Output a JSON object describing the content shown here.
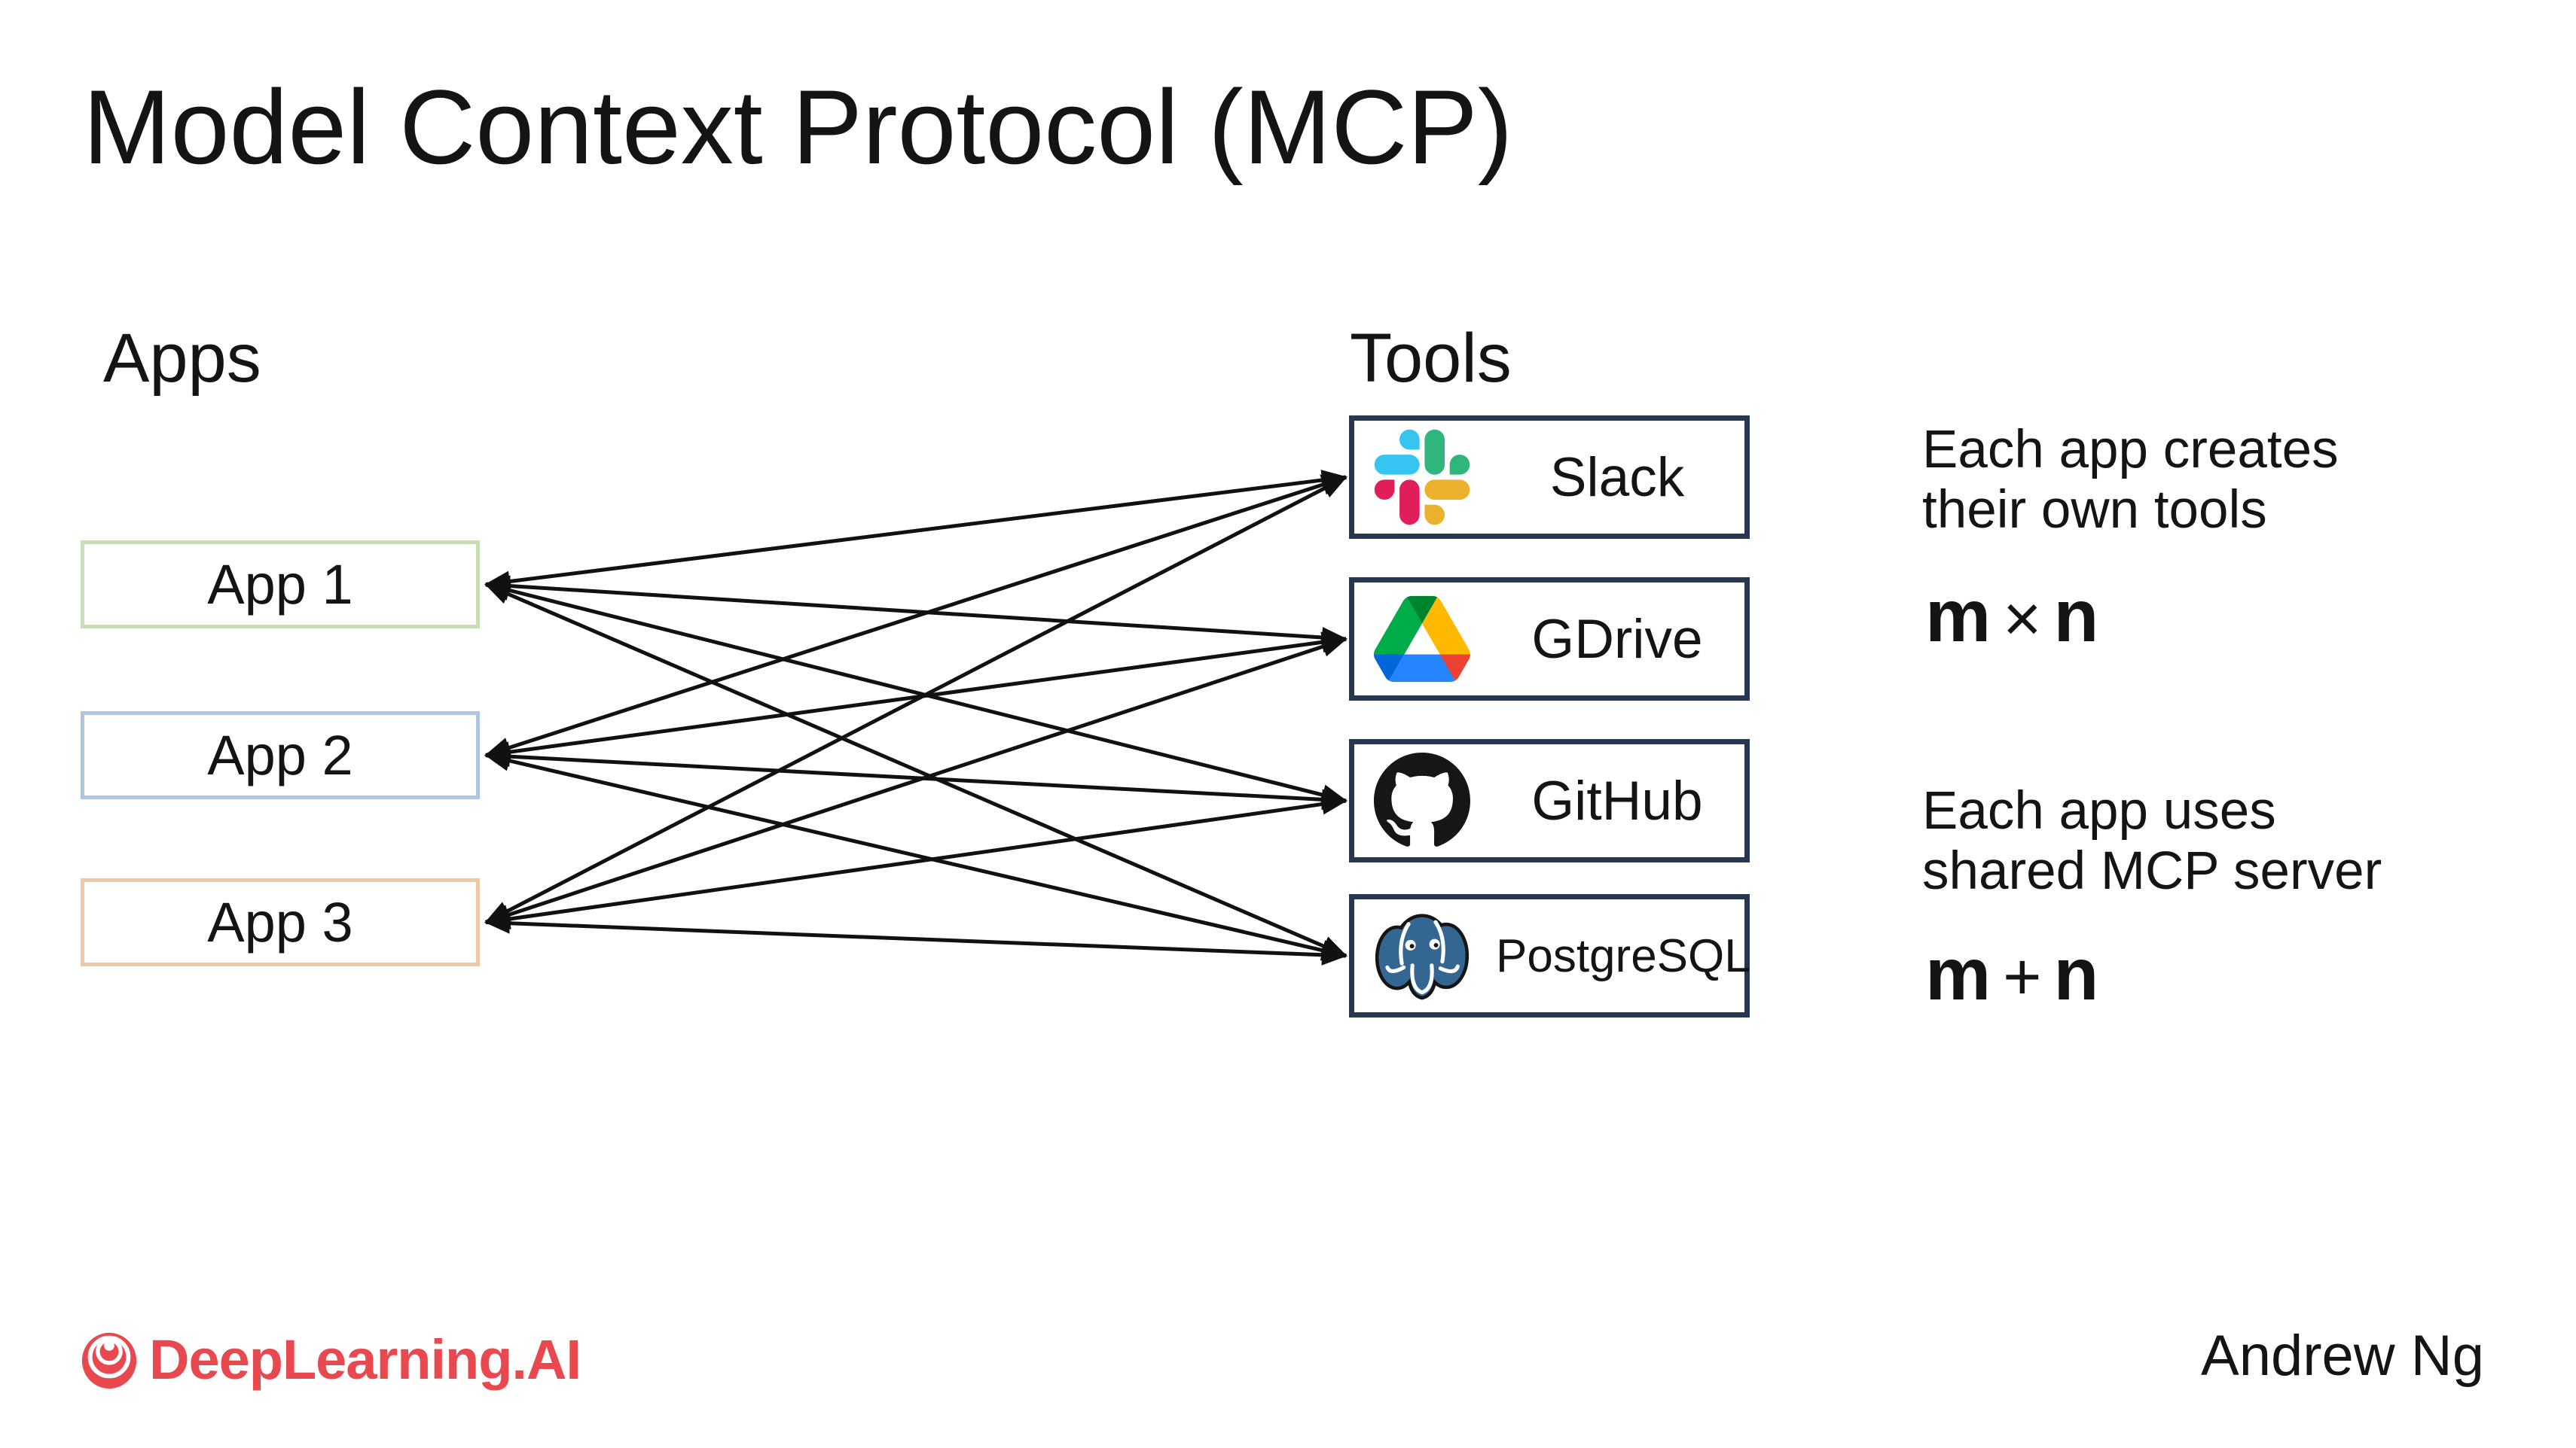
{
  "title": "Model Context Protocol (MCP)",
  "apps_section": {
    "label": "Apps",
    "items": [
      {
        "label": "App 1",
        "border_color": "#c9ddb6"
      },
      {
        "label": "App 2",
        "border_color": "#afc6e0"
      },
      {
        "label": "App 3",
        "border_color": "#edc9a4"
      }
    ]
  },
  "tools_section": {
    "label": "Tools",
    "box_border_color": "#27374f",
    "items": [
      {
        "label": "Slack",
        "icon": "slack-icon"
      },
      {
        "label": "GDrive",
        "icon": "gdrive-icon"
      },
      {
        "label": "GitHub",
        "icon": "github-icon"
      },
      {
        "label": "PostgreSQL",
        "icon": "postgresql-icon"
      }
    ]
  },
  "connections": {
    "style": "double-headed-arrows",
    "color": "#111111",
    "pairs": [
      [
        0,
        0
      ],
      [
        0,
        1
      ],
      [
        0,
        2
      ],
      [
        0,
        3
      ],
      [
        1,
        0
      ],
      [
        1,
        1
      ],
      [
        1,
        2
      ],
      [
        1,
        3
      ],
      [
        2,
        0
      ],
      [
        2,
        1
      ],
      [
        2,
        2
      ],
      [
        2,
        3
      ]
    ]
  },
  "annotations": {
    "top_note": {
      "line1": "Each app creates",
      "line2": "their own tools"
    },
    "top_formula": {
      "left": "m",
      "operator": "×",
      "right": "n"
    },
    "bottom_note": {
      "line1": "Each app uses",
      "line2": "shared MCP server"
    },
    "bottom_formula": {
      "left": "m",
      "operator": "+",
      "right": "n"
    }
  },
  "footer": {
    "logo_text": "DeepLearning.AI",
    "logo_color": "#e8494f",
    "author": "Andrew Ng"
  },
  "icon_palette": {
    "slack": {
      "blue": "#36c5f0",
      "green": "#2eb67d",
      "yellow": "#ecb22e",
      "red": "#e01e5a"
    },
    "gdrive": {
      "blue": "#0066da",
      "green": "#00ac47",
      "red": "#ea4335",
      "dark_green": "#00832d",
      "bright_blue": "#2684fc",
      "yellow": "#ffba00"
    },
    "github": "#171515",
    "postgresql": "#336791"
  }
}
